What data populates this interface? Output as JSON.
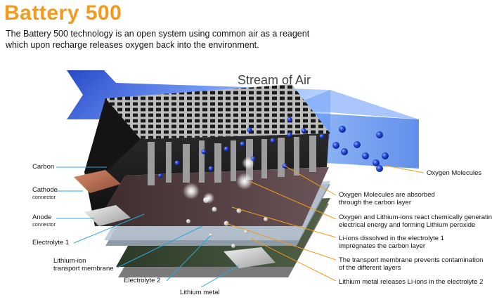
{
  "header": {
    "title": "Battery 500",
    "intro": "The Battery 500 technology is an open system using common air as a reagent which upon recharge releases oxygen back into the environment."
  },
  "diagram": {
    "air_label": "Stream of Air",
    "left_labels": {
      "carbon": "Carbon",
      "cathode": "Cathode",
      "cathode_sub": "connector",
      "anode": "Anode",
      "anode_sub": "connector",
      "electrolyte1": "Electrolyte 1",
      "transport_1": "Lithium-ion",
      "transport_2": "transport membrane",
      "electrolyte2": "Electrolyte 2",
      "lithium_metal": "Lithium metal"
    },
    "right_labels": {
      "oxygen_molecules": "Oxygen Molecules",
      "absorbed_1": "Oxygen Molecules are absorbed",
      "absorbed_2": "through the carbon layer",
      "react_1": "Oxygen and Lithium-ions react chemically generating",
      "react_2": "electrical energy and forming Lithium peroxide",
      "liions_1": "Li-ions dissolved in the electrolyte 1",
      "liions_2": "impregnates the carbon layer",
      "membrane_1": "The transport membrane prevents contamination",
      "membrane_2": "of the different layers",
      "release": "Lithium metal releases Li-ions in the electrolyte 2"
    }
  },
  "colors": {
    "title": "#f39a1e",
    "callout_left": "#2aa8d8",
    "callout_right": "#f39a1e",
    "air_blue": "#3a6fe0",
    "oxygen": "#1f3fd0"
  }
}
